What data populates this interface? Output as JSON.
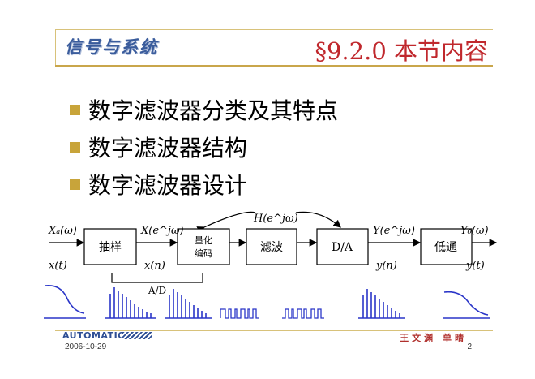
{
  "header": {
    "logo_text": "信号与系统",
    "title": "§9.2.0  本节内容"
  },
  "bullets": [
    "数字滤波器分类及其特点",
    "数字滤波器结构",
    "数字滤波器设计"
  ],
  "diagram": {
    "labels": {
      "xa_omega": "Xₐ(ω)",
      "xa_t": "x(t)",
      "x_ejw": "X(e^jω)",
      "x_n": "x(n)",
      "h_ejw": "H(e^jω)",
      "y_ejw": "Y(e^jω)",
      "y_n": "y(n)",
      "y0_omega": "Y₀(ω)",
      "y_t": "y(t)",
      "ad": "A/D"
    },
    "blocks": {
      "sample": "抽样",
      "quantize_line1": "量化",
      "quantize_line2": "编码",
      "filter": "滤波",
      "da": "D/A",
      "lowpass": "低通"
    }
  },
  "footer": {
    "brand": "AUTOMATION",
    "date": "2006-10-29",
    "author": "王文渊 单晴",
    "page": "2"
  },
  "colors": {
    "title": "#c0282d",
    "bullet": "#c8a43a",
    "signal": "#2a35c8",
    "brand": "#2f4f95"
  }
}
